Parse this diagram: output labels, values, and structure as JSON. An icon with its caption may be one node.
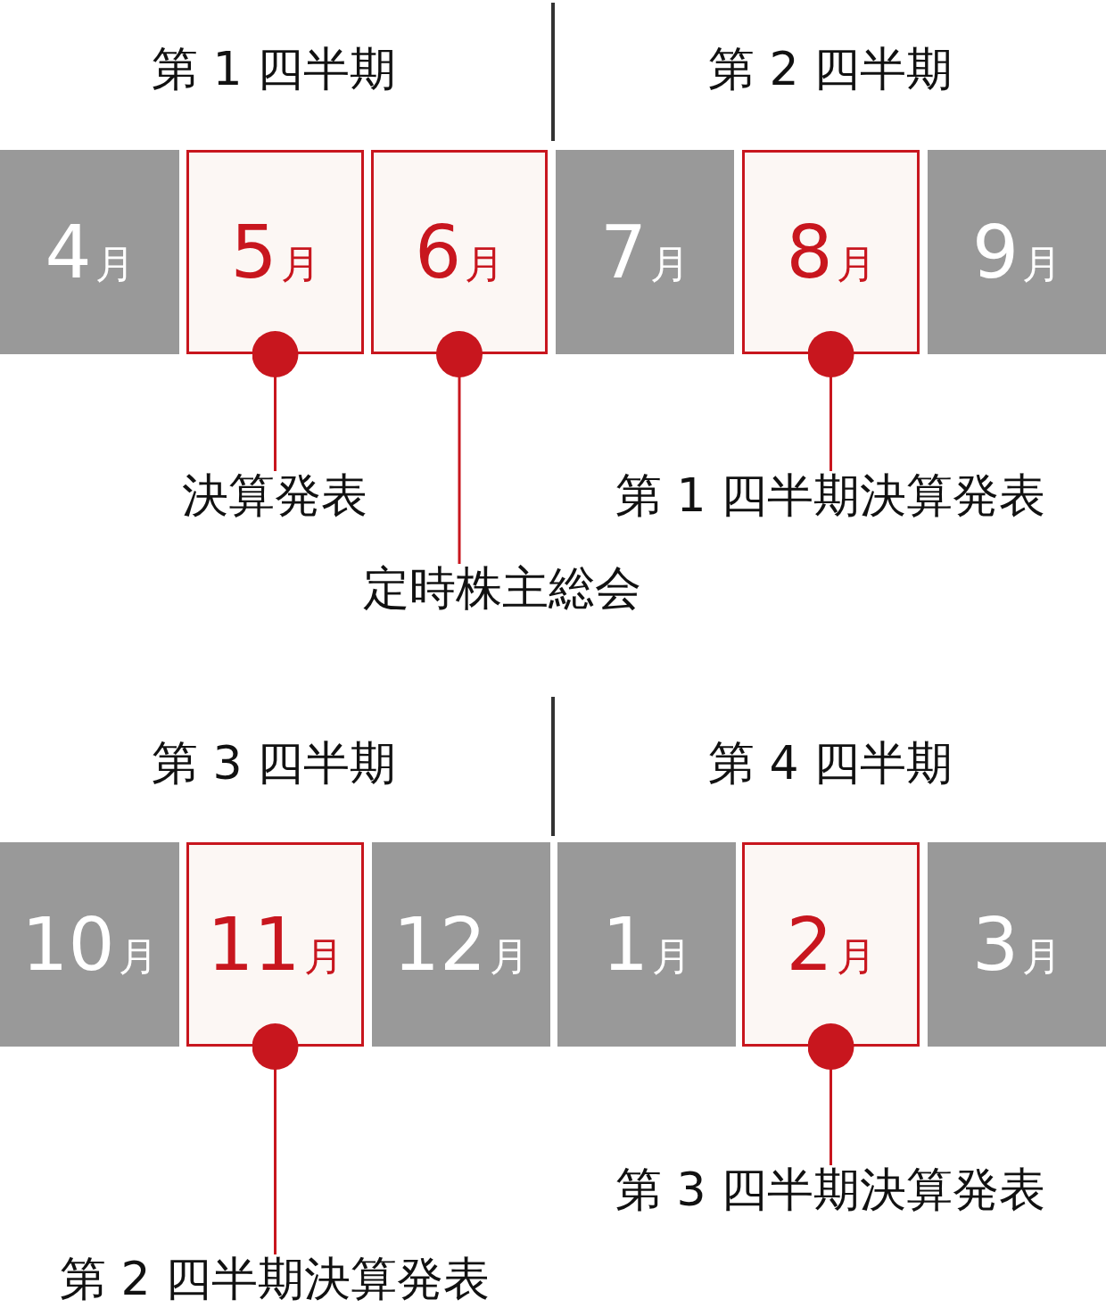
{
  "diagram": {
    "nodes": [
      {
        "text": [
          "4月"
        ]
      },
      {
        "text": [
          "5月"
        ]
      },
      {
        "text": [
          "6月"
        ]
      },
      {
        "text": [
          "7月"
        ]
      },
      {
        "text": [
          "8月"
        ]
      },
      {
        "text": [
          "9月"
        ]
      },
      {
        "text": [
          "決算発表"
        ]
      },
      {
        "text": [
          "第 1 四半期決算発表"
        ]
      },
      {
        "text": [
          "定時株主総会"
        ]
      },
      {
        "text": [
          "10月"
        ]
      },
      {
        "text": [
          "11月"
        ]
      },
      {
        "text": [
          "12月"
        ]
      },
      {
        "text": [
          "1月"
        ]
      },
      {
        "text": [
          "2月"
        ]
      },
      {
        "text": [
          "3月"
        ]
      },
      {
        "text": [
          "第 3 四半期決算発表"
        ]
      },
      {
        "text": [
          "第 2 四半期決算発表"
        ]
      }
    ],
    "edges": [
      {
        "from": 6,
        "to": 1,
        "arrow": "other"
      },
      {
        "from": 8,
        "to": 2,
        "arrow": "other"
      },
      {
        "from": 7,
        "to": 4,
        "arrow": "other"
      },
      {
        "from": 16,
        "to": 10,
        "arrow": "other"
      },
      {
        "from": 15,
        "to": 13,
        "arrow": "other"
      }
    ],
    "labels": [
      "第 1 四半期",
      "第 2 四半期",
      "第 3 四半期",
      "第 4 四半期"
    ]
  }
}
